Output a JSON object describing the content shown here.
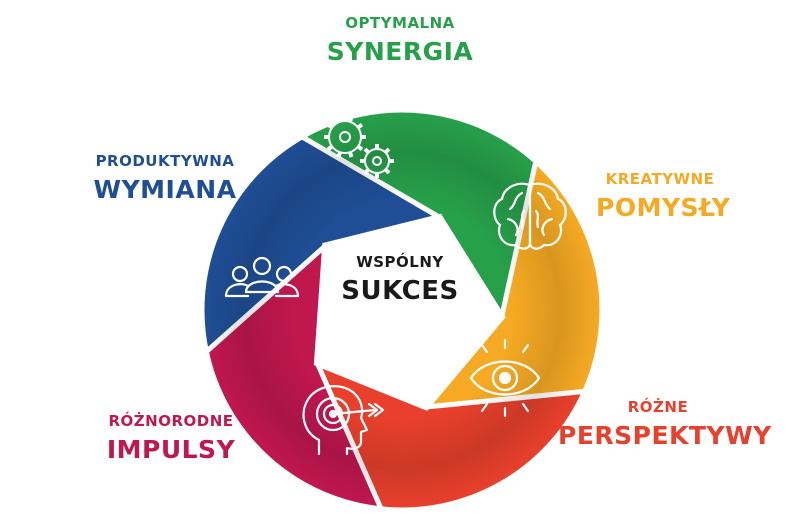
{
  "center": {
    "line1": "wspólny",
    "line2": "SUKCES"
  },
  "segments": [
    {
      "id": "synergia",
      "line1": "OPTYMALNA",
      "line2": "SYNERGIA",
      "color": "#27a04a",
      "icon": "gears-icon"
    },
    {
      "id": "pomysly",
      "line1": "KREATYWNE",
      "line2": "POMYSŁY",
      "color": "#f6aa23",
      "icon": "brain-icon"
    },
    {
      "id": "perspektywy",
      "line1": "RÓŻNE",
      "line2": "PERSPEKTYWY",
      "color": "#e8402c",
      "icon": "eye-icon"
    },
    {
      "id": "impulsy",
      "line1": "RÓŻNORODNE",
      "line2": "IMPULSY",
      "color": "#c0174f",
      "icon": "target-head-icon"
    },
    {
      "id": "wymiana",
      "line1": "PRODUKTYWNA",
      "line2": "WYMIANA",
      "color": "#1f4e96",
      "icon": "people-icon"
    }
  ]
}
